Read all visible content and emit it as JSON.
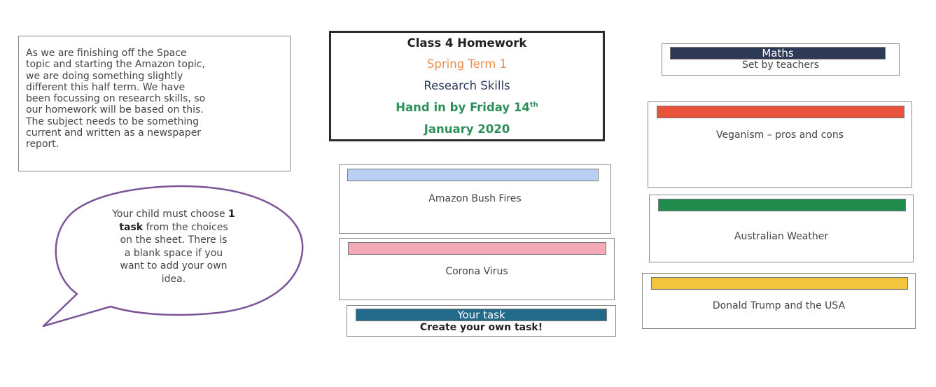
{
  "intro": {
    "lines": [
      "As we are finishing off the Space",
      "topic and starting the Amazon topic,",
      "we are doing something slightly",
      "different this half term. We have",
      "been focussing on research skills, so",
      "our homework will be based on this.",
      "The subject needs to be something",
      "current and written as a newspaper",
      "report."
    ]
  },
  "header": {
    "title": "Class 4 Homework",
    "term": "Spring Term 1",
    "subject": "Research Skills",
    "hand_in": "Hand in by Friday 14",
    "hand_in_sup": "th",
    "date": "January 2020"
  },
  "bubble": {
    "line1_pre": "Your child must choose",
    "line1_bold": "1",
    "line2_bold": "task",
    "line2_rest": "from the choices",
    "line3": "on the sheet. There is",
    "line4": "a blank space if you",
    "line5": "want to add your own",
    "line6": "idea."
  },
  "tasks": {
    "maths": {
      "heading": "Maths",
      "label": "Set by teachers"
    },
    "veganism": {
      "label": "Veganism – pros and cons"
    },
    "bushfires": {
      "label": "Amazon Bush Fires"
    },
    "australian_weather": {
      "label": "Australian Weather"
    },
    "corona": {
      "label": "Corona Virus"
    },
    "trump": {
      "label": "Donald Trump and the USA"
    },
    "own": {
      "heading": "Your task",
      "label": "Create your own task!"
    }
  },
  "colors": {
    "maths_bar": "#2e3a55",
    "veganism_bar": "#e9533c",
    "bushfires_bar": "#b9cff3",
    "australian_weather_bar": "#1f8c4d",
    "corona_bar": "#f4a9b6",
    "trump_bar": "#f2c53d",
    "own_bar": "#236a8a",
    "bubble_outline": "#7b5599"
  }
}
